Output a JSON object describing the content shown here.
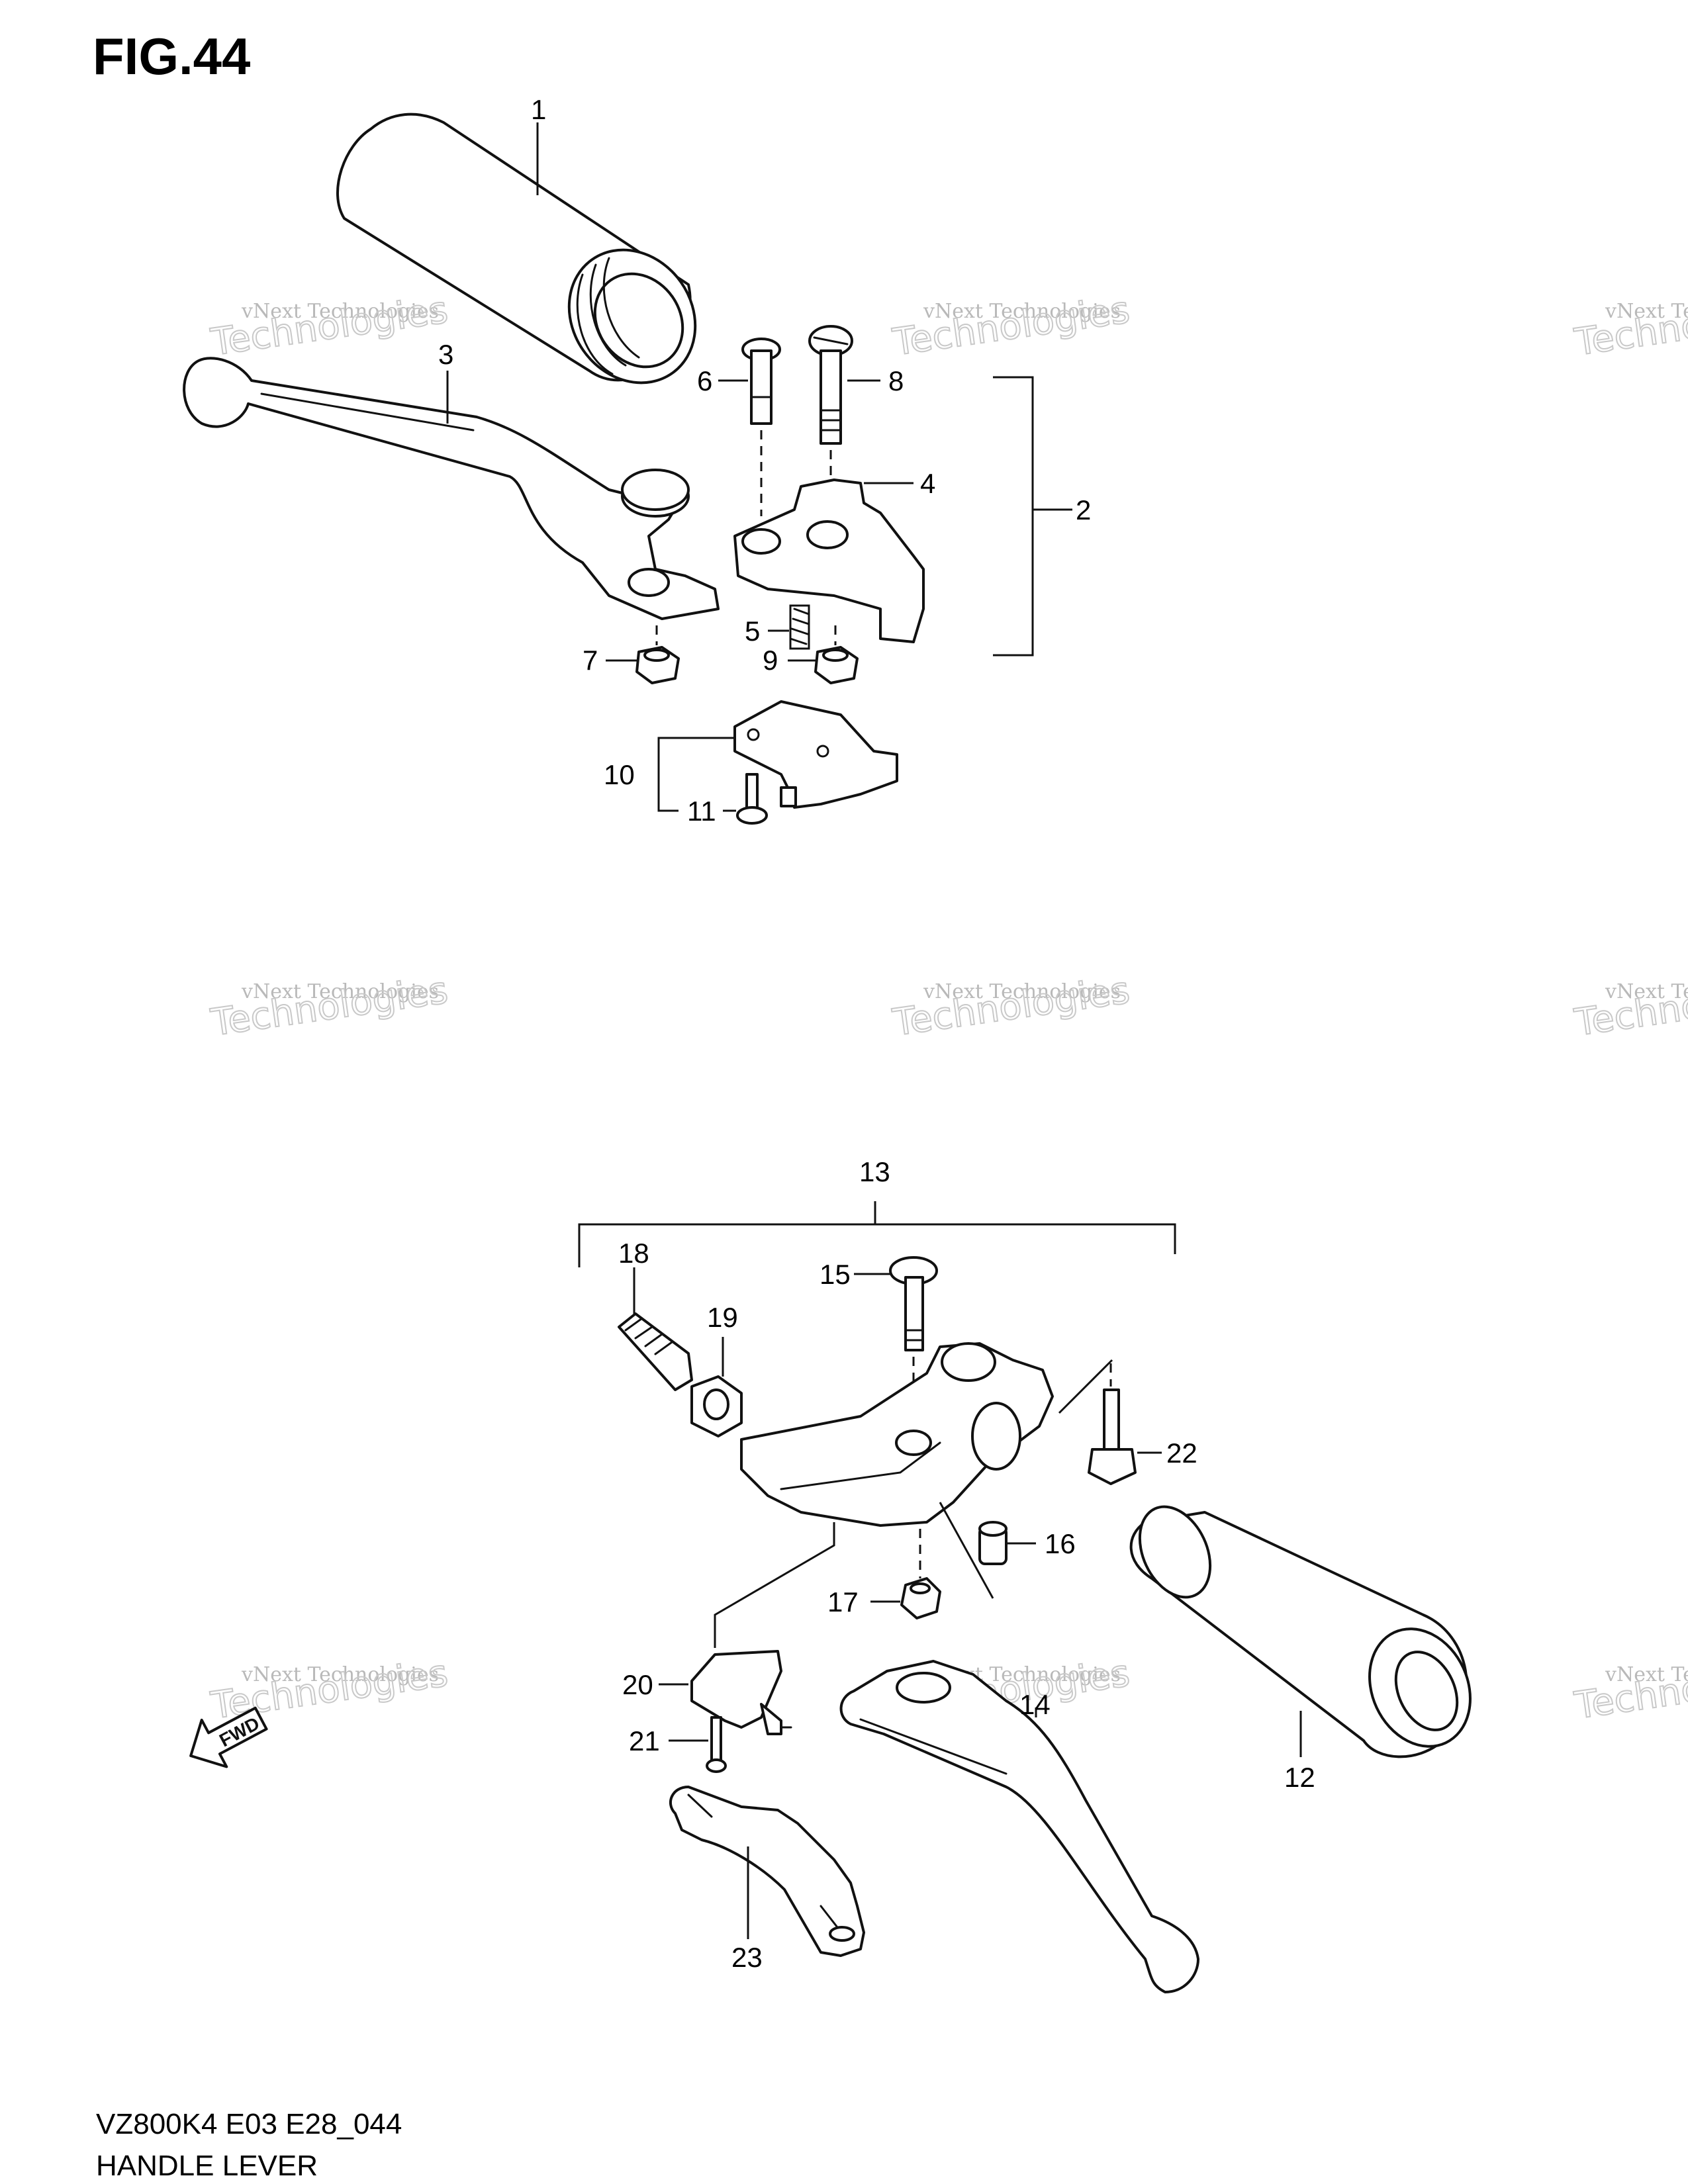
{
  "figure": {
    "title": "FIG.44",
    "model_code": "VZ800K4 E03 E28_044",
    "caption": "HANDLE LEVER"
  },
  "watermark": {
    "line_small": "vNext Technologies",
    "line_top": "vNext",
    "line_big": "Technologies"
  },
  "direction_marker": {
    "label": "FWD",
    "icon": "fwd-arrow-icon"
  },
  "parts": [
    {
      "ref": "1",
      "name": "left-grip"
    },
    {
      "ref": "2",
      "name": "clutch-lever-holder-assembly"
    },
    {
      "ref": "3",
      "name": "clutch-lever"
    },
    {
      "ref": "4",
      "name": "clutch-lever-holder"
    },
    {
      "ref": "5",
      "name": "spring"
    },
    {
      "ref": "6",
      "name": "lever-pivot-bolt"
    },
    {
      "ref": "7",
      "name": "pivot-nut"
    },
    {
      "ref": "8",
      "name": "holder-bolt"
    },
    {
      "ref": "9",
      "name": "holder-nut"
    },
    {
      "ref": "10",
      "name": "clutch-switch-assembly"
    },
    {
      "ref": "11",
      "name": "switch-screw"
    },
    {
      "ref": "12",
      "name": "right-grip"
    },
    {
      "ref": "13",
      "name": "brake-lever-holder-assembly"
    },
    {
      "ref": "14",
      "name": "brake-lever"
    },
    {
      "ref": "15",
      "name": "brake-lever-pivot-bolt"
    },
    {
      "ref": "16",
      "name": "bushing"
    },
    {
      "ref": "17",
      "name": "brake-pivot-nut"
    },
    {
      "ref": "18",
      "name": "cable-adjuster"
    },
    {
      "ref": "19",
      "name": "lock-nut"
    },
    {
      "ref": "20",
      "name": "front-brake-switch"
    },
    {
      "ref": "21",
      "name": "brake-switch-screw"
    },
    {
      "ref": "22",
      "name": "holder-mount-bolt"
    },
    {
      "ref": "23",
      "name": "lever-cover"
    }
  ]
}
